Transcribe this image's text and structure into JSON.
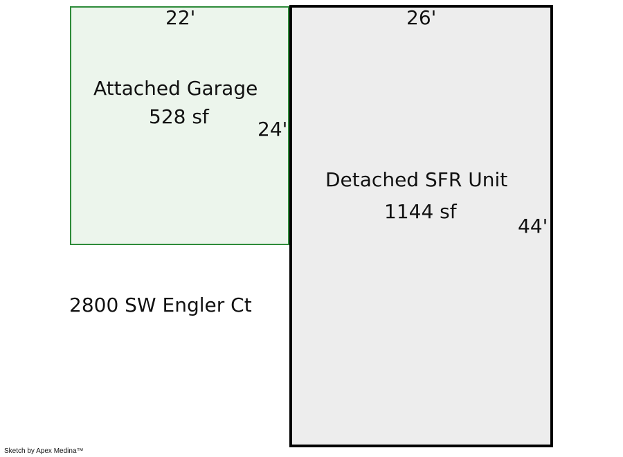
{
  "garage": {
    "name": "Attached Garage",
    "area": "528 sf",
    "width_label": "22'",
    "depth_label": "24'"
  },
  "unit": {
    "name": "Detached SFR Unit",
    "area": "1144 sf",
    "width_label": "26'",
    "depth_label": "44'"
  },
  "address": "2800 SW Engler Ct",
  "credit": "Sketch by Apex Medina™",
  "colors": {
    "garage_fill": "#ecf5ec",
    "garage_border": "#2e8b3a",
    "unit_fill": "#ededed",
    "unit_border": "#000000"
  }
}
